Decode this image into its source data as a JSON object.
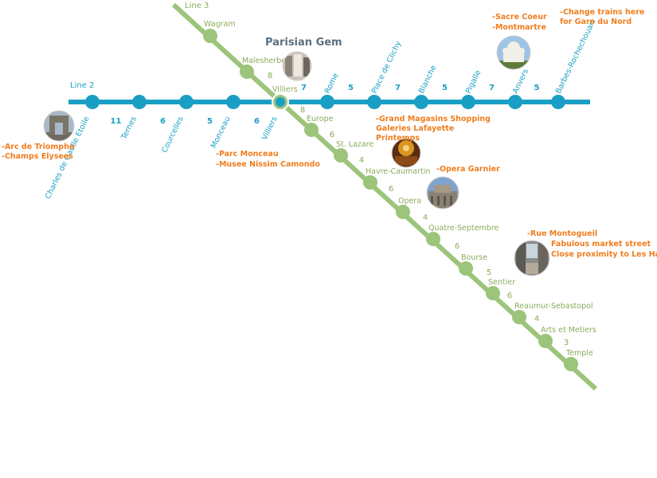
{
  "title": "Parisian Gem",
  "colors": {
    "line2": "#1a9fc4",
    "line3": "#9cc47a",
    "annotation": "#f07d1e",
    "title": "#5a7080"
  },
  "line2": {
    "name": "Line 2",
    "stations": [
      "Charles de Gaulle Etoile",
      "Ternes",
      "Courcelles",
      "Monceau",
      "Villiers",
      "Rome",
      "Place de Clichy",
      "Blanche",
      "Pigalle",
      "Anvers",
      "Barbes-Rochechouart"
    ],
    "times": [
      "11",
      "6",
      "5",
      "6",
      "7",
      "5",
      "7",
      "5",
      "7",
      "5"
    ]
  },
  "line3": {
    "name": "Line 3",
    "stations": [
      "Wagram",
      "Malesherbes",
      "Villiers",
      "Europe",
      "St. Lazare",
      "Havre-Caumartin",
      "Opera",
      "Quatre-Septembre",
      "Bourse",
      "Sentier",
      "Reaumur-Sebastopol",
      "Arts et Metiers",
      "Temple"
    ],
    "times": [
      "8",
      "8",
      "6",
      "4",
      "6",
      "4",
      "6",
      "5",
      "6",
      "4",
      "3"
    ]
  },
  "annotations": [
    {
      "id": "etoile",
      "lines": [
        "-Arc de Triomphe",
        "-Champs Elysees"
      ],
      "photo": "arc-de-triomphe-photo"
    },
    {
      "id": "monceau",
      "lines": [
        "-Parc Monceau",
        "-Musee Nissim Camondo"
      ]
    },
    {
      "id": "malesherbes",
      "lines": [],
      "photo": "villiers-interior-photo"
    },
    {
      "id": "lazare",
      "lines": [
        "-Grand Magasins Shopping",
        "Galeries Lafayette",
        "Printemps"
      ],
      "photo": "galeries-lafayette-photo"
    },
    {
      "id": "opera",
      "lines": [
        "-Opera Garnier"
      ],
      "photo": "opera-garnier-photo"
    },
    {
      "id": "anvers",
      "lines": [
        "-Sacre Coeur",
        "-Montmartre"
      ],
      "photo": "sacre-coeur-photo"
    },
    {
      "id": "barbes",
      "lines": [
        "-Change trains here",
        "for Gare du Nord"
      ]
    },
    {
      "id": "montorgueil",
      "lines": [
        "-Rue Montogueil",
        "Fabulous market street",
        "Close proximity to Les Halles"
      ],
      "photo": "rue-montorgueil-photo"
    }
  ]
}
